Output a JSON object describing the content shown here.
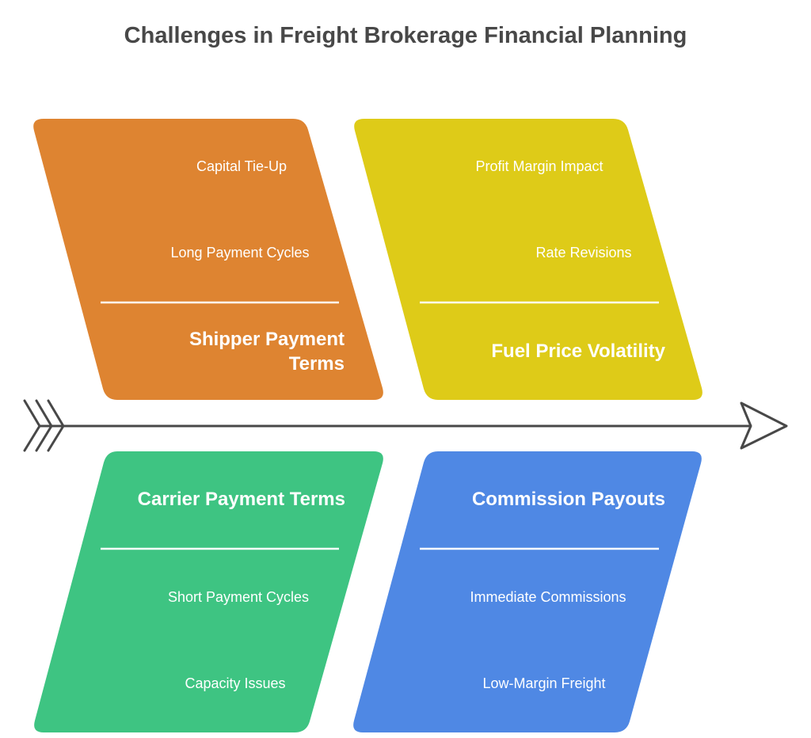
{
  "title": "Challenges in Freight Brokerage Financial Planning",
  "colors": {
    "shipper": "#DE8431",
    "fuel": "#DECB18",
    "carrier": "#3EC482",
    "commission": "#4F88E4",
    "spine": "#484848",
    "text": "#ffffff"
  },
  "categories": [
    {
      "id": "shipper",
      "title": "Shipper Payment Terms",
      "position": "top",
      "causes": [
        "Capital Tie-Up",
        "Long Payment Cycles"
      ]
    },
    {
      "id": "fuel",
      "title": "Fuel Price Volatility",
      "position": "top",
      "causes": [
        "Profit Margin Impact",
        "Rate Revisions"
      ]
    },
    {
      "id": "carrier",
      "title": "Carrier Payment Terms",
      "position": "bottom",
      "causes": [
        "Short Payment Cycles",
        "Capacity Issues"
      ]
    },
    {
      "id": "commission",
      "title": "Commission Payouts",
      "position": "bottom",
      "causes": [
        "Immediate Commissions",
        "Low-Margin Freight"
      ]
    }
  ],
  "spine": {
    "tail": "chevron-tail-icon",
    "head": "arrow-head-icon"
  }
}
